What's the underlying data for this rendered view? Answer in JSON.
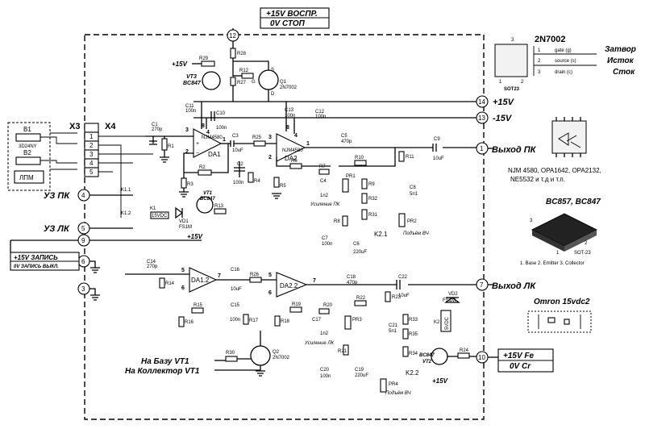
{
  "top_label": {
    "line1": "+15V ВОСПР.",
    "line2": "0V СТОП"
  },
  "ports": {
    "p12": "12",
    "p14": "14",
    "p13": "13",
    "p1": "1",
    "p4": "4",
    "p5": "5",
    "p9": "9",
    "p6": "6",
    "p3": "3",
    "p7": "7",
    "p10": "10"
  },
  "rails": {
    "plus15": "+15V",
    "minus15": "-15V"
  },
  "outputs": {
    "pk": "Выход ПК",
    "lk": "Выход ЛК"
  },
  "inputs": {
    "uz_pk": "УЗ ПК",
    "uz_lk": "УЗ ЛК",
    "base": "На Базу VT1",
    "collector": "На Коллектор VT1"
  },
  "record_label": {
    "line1": "+15V ЗАПИСЬ",
    "line2": "0V ЗАПИСЬ ВЫКЛ."
  },
  "fe_label": {
    "line1": "+15V Fe",
    "line2": "0V Cr"
  },
  "head": {
    "b1": "B1",
    "b2": "B2",
    "model": "3D24NY",
    "name": "ЛПМ"
  },
  "connectors": {
    "x3": "X3",
    "x4": "X4",
    "pins": [
      "1",
      "2",
      "3",
      "4",
      "5"
    ]
  },
  "transistors": {
    "vt3": "VT3",
    "vt3_type": "BC847",
    "q1": "Q1",
    "q1_type": "2N7002",
    "vt1": "VT1",
    "vt1_type": "BC847",
    "vt2": "VT2",
    "vt2_type": "BC847",
    "q2": "Q2",
    "q2_type": "2N7002"
  },
  "opamps": {
    "da1": "DA1",
    "da2": "DA2",
    "da12": "DA1.2",
    "da22": "DA2.2",
    "type": "NJM4580"
  },
  "parts": {
    "r29": "R29",
    "r28": "R28",
    "r27": "R27",
    "r12": "R12",
    "r1": "R1",
    "r2": "R2",
    "r3": "R3",
    "r4": "R4",
    "r25": "R25",
    "r6": "R6",
    "r5": "R5",
    "r7": "R7",
    "r9": "R9",
    "r10": "R10",
    "r11": "R11",
    "r8": "R8",
    "r32": "R32",
    "r31": "R31",
    "r13": "R13",
    "r14": "R14",
    "r15": "R15",
    "r16": "R16",
    "r17": "R17",
    "r26": "R26",
    "r18": "R18",
    "r19": "R19",
    "r20": "R20",
    "r22": "R22",
    "r23": "R23",
    "r21": "R21",
    "r33": "R33",
    "r35": "R35",
    "r34": "R34",
    "r24": "R24",
    "r30": "R30",
    "c11": "C11",
    "c11_v": "100n",
    "c10": "C10",
    "c10_v": "100n",
    "c1": "C1",
    "c1_v": "270p",
    "c3": "C3",
    "c3_v": "10uF",
    "c2": "C2",
    "c2_v": "100n",
    "c13": "C13",
    "c13_v": "100n",
    "c12": "C12",
    "c12_v": "100n",
    "c5": "C5",
    "c5_v": "470p",
    "c9": "C9",
    "c9_v": "10uF",
    "c4": "C4",
    "c4_v": "1n2",
    "c8": "C8",
    "c8_v": "5n1",
    "c7": "C7",
    "c7_v": "100n",
    "c6": "C6",
    "c6_v": "220uF",
    "c14": "C14",
    "c14_v": "270p",
    "c16": "C16",
    "c16_v": "10uF",
    "c15": "C15",
    "c15_v": "100n",
    "c18": "C18",
    "c18_v": "470p",
    "c22": "C22",
    "c22_v": "10uF",
    "c17": "C17",
    "c17_v": "1n2",
    "c21": "C21",
    "c21_v": "5n1",
    "c20": "C20",
    "c20_v": "100n",
    "c19": "C19",
    "c19_v": "220uF",
    "pr1": "PR1",
    "pr2": "PR2",
    "pr3": "PR3",
    "pr4": "PR4",
    "k1": "K1",
    "k1_type": "15VDC",
    "k11": "K1.1",
    "k12": "K1.2",
    "k21": "K2.1",
    "k22": "K2.2",
    "k2": "K2",
    "vd1": "VD1",
    "vd1_type": "FS1M",
    "vd2": "VD2",
    "vd2_type": "FS1M",
    "k2_type": "5VDC"
  },
  "notes": {
    "gain_pk": "Усиление ПК",
    "gain_lk": "Усиление ЛК",
    "bias_vch": "Подъём ВЧ"
  },
  "side_2n7002": {
    "title": "2N7002",
    "pkg": "SOT23",
    "rows": [
      {
        "n": "1",
        "pin": "gate (g)",
        "ru": "Затвор"
      },
      {
        "n": "2",
        "pin": "source (s)",
        "ru": "Исток"
      },
      {
        "n": "3",
        "pin": "drain (c)",
        "ru": "Сток"
      }
    ]
  },
  "side_opamp": {
    "line1": "NJM 4580, OPA1642, OPA2132,",
    "line2": "NE5532 и т.д и т.п."
  },
  "side_bc": {
    "title": "BC857, BC847",
    "pkg": "SOT-23",
    "pins": "1. Base 2. Emitter 3. Collector"
  },
  "side_omron": {
    "title": "Omron 15vdc2"
  }
}
